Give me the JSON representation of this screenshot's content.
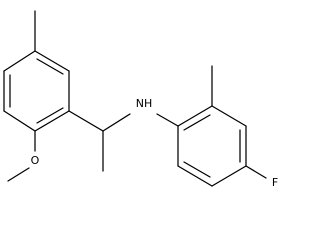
{
  "structure": {
    "atoms": {
      "nh": "NH",
      "oxygen": "O",
      "fluorine": "F"
    }
  }
}
